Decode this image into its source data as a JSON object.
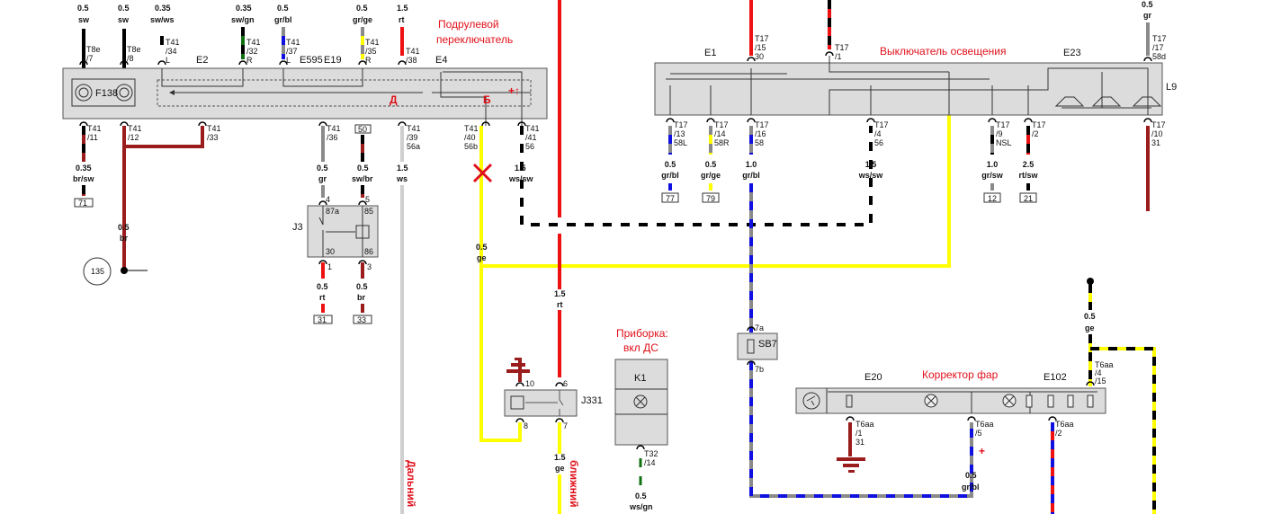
{
  "annotations": {
    "steering_switch": [
      "Подрулевой",
      "переключатель"
    ],
    "light_switch": "Выключатель освещения",
    "cluster": [
      "Приборка:",
      "вкл ДС"
    ],
    "headlight_corrector": "Корректор фар",
    "high_beam": "Дальний",
    "low_beam": "ближний",
    "sign_d": "Д",
    "sign_b": "Б",
    "plus_up": "+↑",
    "plus": "+"
  },
  "components": {
    "E2": "E2",
    "E595": "E595",
    "E19": "E19",
    "E4": "E4",
    "F138": "F138",
    "J3": "J3",
    "J331": "J331",
    "K1": "K1",
    "E1": "E1",
    "E23": "E23",
    "L9": "L9",
    "SB7": "SB7",
    "E20": "E20",
    "E102": "E102"
  },
  "steering_top": [
    {
      "size": "0.5",
      "color": "sw",
      "pin": [
        "T8e",
        "/7"
      ]
    },
    {
      "size": "0.5",
      "color": "sw",
      "pin": [
        "T8e",
        "/8"
      ]
    },
    {
      "size": "0.35",
      "color": "sw/ws",
      "pin": [
        "T41",
        "/34",
        "L"
      ]
    },
    {
      "size": "0.35",
      "color": "sw/gn",
      "pin": [
        "T41",
        "/32",
        "R"
      ]
    },
    {
      "size": "0.5",
      "color": "gr/bl",
      "pin": [
        "T41",
        "/37",
        "L"
      ]
    },
    {
      "size": "0.5",
      "color": "gr/ge",
      "pin": [
        "T41",
        "/35",
        "R"
      ]
    },
    {
      "size": "1.5",
      "color": "rt",
      "pin": [
        "T41",
        "/38"
      ]
    }
  ],
  "steering_bottom": [
    {
      "pin": [
        "T41",
        "/11"
      ],
      "size": "0.35",
      "color": "br/sw",
      "tag": "71"
    },
    {
      "pin": [
        "T41",
        "/12"
      ],
      "size": "0.5",
      "color": "br",
      "tag": "135"
    },
    {
      "pin": [
        "T41",
        "/33"
      ]
    },
    {
      "pin": [
        "T41",
        "/36"
      ],
      "size": "0.5",
      "color": "gr"
    },
    {
      "tag": "50",
      "size": "0.5",
      "color": "sw/br"
    },
    {
      "pin": [
        "T41",
        "/39",
        "56a"
      ],
      "size": "1.5",
      "color": "ws"
    },
    {
      "pin": [
        "T41",
        "/40",
        "56b"
      ]
    },
    {
      "pin": [
        "T41",
        "/41",
        "56"
      ],
      "size": "1.5",
      "color": "ws/sw"
    }
  ],
  "j3": {
    "pins": [
      "87a",
      "85",
      "30",
      "86"
    ],
    "terminals": [
      "4",
      "5",
      "1",
      "3"
    ],
    "outputs": [
      {
        "size": "0.5",
        "color": "rt",
        "tag": "31"
      },
      {
        "size": "0.5",
        "color": "br",
        "tag": "33"
      }
    ]
  },
  "middle": {
    "ge_wire": {
      "size": "0.5",
      "color": "ge"
    },
    "rt_wire": {
      "size": "1.5",
      "color": "rt"
    },
    "j331_pins": [
      "10",
      "6",
      "8",
      "7"
    ],
    "ge_out": {
      "size": "1.5",
      "color": "ge"
    },
    "k1_pin": [
      "T32",
      "/14"
    ],
    "k1_out": {
      "size": "0.5",
      "color": "ws/gn"
    }
  },
  "light_switch_top": [
    {
      "pin": [
        "T17",
        "/15",
        "30"
      ]
    },
    {
      "pin": [
        "T17",
        "/1"
      ]
    },
    {
      "size": "0.5",
      "color": "gr",
      "pin": [
        "T17",
        "/17",
        "58d"
      ]
    }
  ],
  "light_switch_bottom": [
    {
      "pin": [
        "T17",
        "/13",
        "58L"
      ],
      "size": "0.5",
      "color": "gr/bl",
      "tag": "77"
    },
    {
      "pin": [
        "T17",
        "/14",
        "58R"
      ],
      "size": "0.5",
      "color": "gr/ge",
      "tag": "79"
    },
    {
      "pin": [
        "T17",
        "/16",
        "58"
      ],
      "size": "1.0",
      "color": "gr/bl"
    },
    {
      "pin": [
        "T17",
        "/4",
        "56"
      ],
      "size": "1.5",
      "color": "ws/sw"
    },
    {
      "pin": [
        "T17",
        "/9",
        "NSL"
      ],
      "size": "1.0",
      "color": "gr/sw",
      "tag": "12"
    },
    {
      "pin": [
        "T17",
        "/2"
      ],
      "size": "2.5",
      "color": "rt/sw",
      "tag": "21"
    },
    {
      "pin": [
        "T17",
        "/10",
        "31"
      ]
    }
  ],
  "fuse": {
    "top": "7a",
    "bottom": "7b"
  },
  "corrector": {
    "pins": [
      {
        "pin": [
          "T6aa",
          "/1",
          "31"
        ]
      },
      {
        "pin": [
          "T6aa",
          "/5"
        ],
        "size": "0.5",
        "color": "gr/bl"
      },
      {
        "pin": [
          "T6aa",
          "/2"
        ]
      },
      {
        "pin": [
          "T6aa",
          "/4",
          "/15"
        ]
      }
    ],
    "feed": {
      "size": "0.5",
      "color": "ge"
    }
  },
  "colors": {
    "red": "#ee1111",
    "brown": "#9b1c1c",
    "yellow": "#ffff00",
    "blue": "#1010e0",
    "gray": "#8a8a8a",
    "black": "#000000",
    "green": "#107010",
    "label_red": "#e0101a",
    "block": "#dcdcdc"
  }
}
